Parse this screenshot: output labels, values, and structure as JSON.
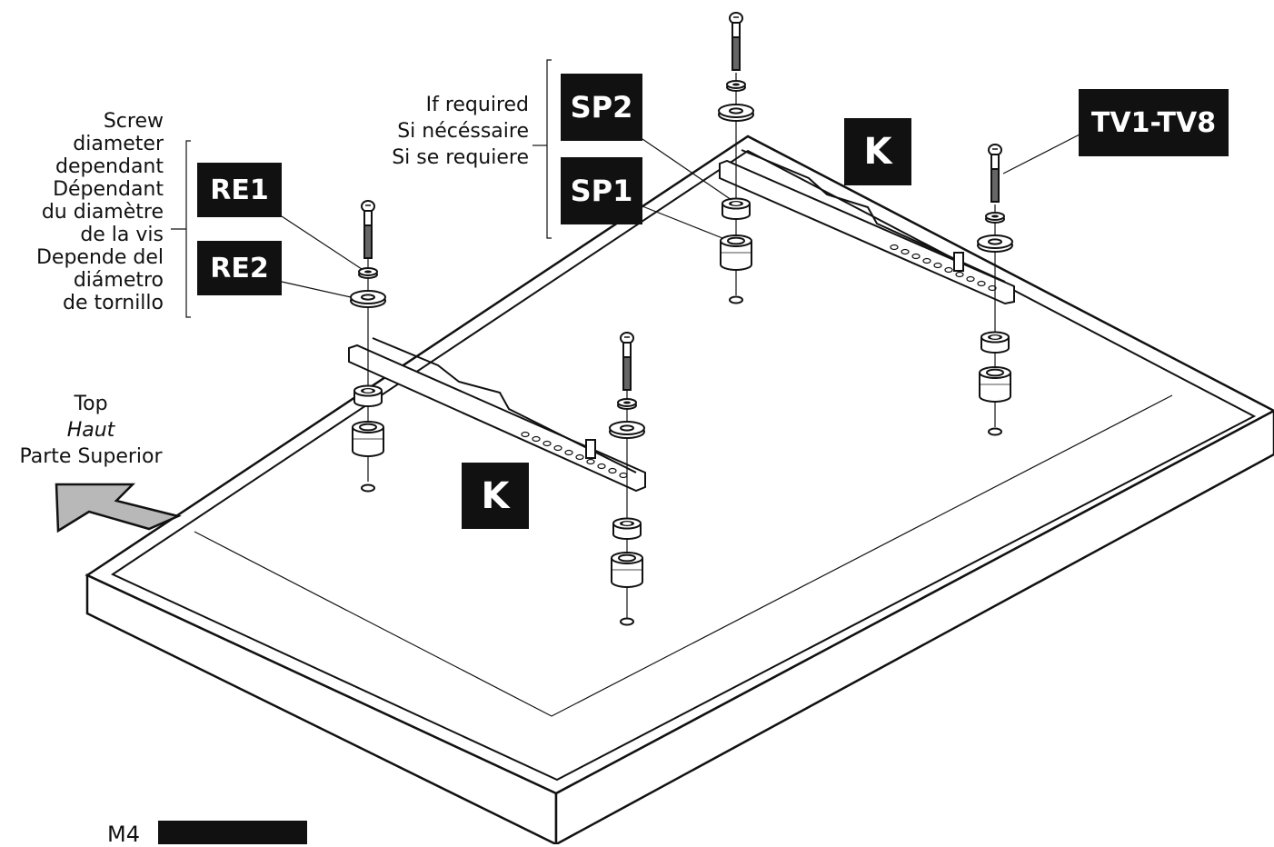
{
  "labels": {
    "re1": "RE1",
    "re2": "RE2",
    "sp1": "SP1",
    "sp2": "SP2",
    "tv": "TV1-TV8",
    "k": "K",
    "bottom_partial": "M4"
  },
  "notes": {
    "screw_diameter": [
      "Screw",
      "diameter",
      "dependant",
      "Dépendant",
      "du diamètre",
      "de la vis",
      "Depende del",
      "diámetro",
      "de tornillo"
    ],
    "if_required": [
      "If required",
      "Si nécéssaire",
      "Si se requiere"
    ],
    "top": "Top",
    "top_fr": "Haut",
    "top_es": "Parte Superior"
  },
  "colors": {
    "ink": "#111111",
    "arrow_fill": "#b8b8b8",
    "label_bg": "#111111",
    "label_text": "#ffffff"
  }
}
